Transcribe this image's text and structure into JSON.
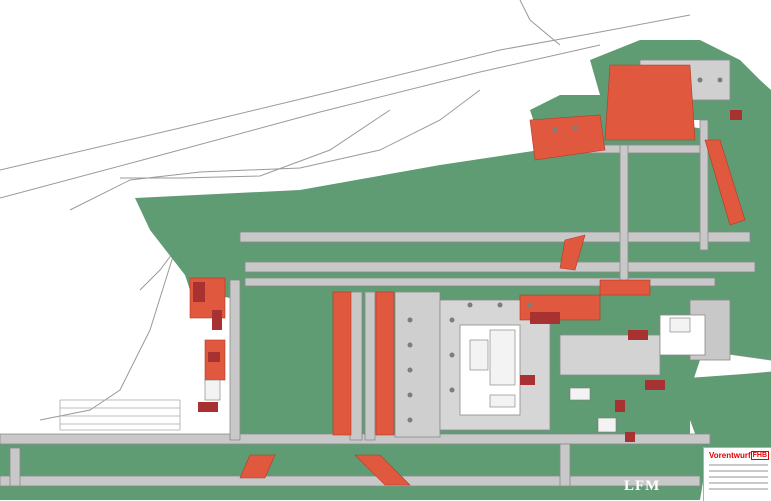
{
  "title_block": {
    "heading": "Vorentwurf",
    "logo": "FHB"
  },
  "watermark": "LFM",
  "colors": {
    "grass": "#5f9c73",
    "pavement": "#c8c8c8",
    "pavement_edge": "#8a8a8a",
    "development": "#e0583e",
    "building": "#a83232",
    "background": "#ffffff"
  },
  "layers": [
    "grass-areas",
    "runways-taxiways",
    "apron",
    "expansion-areas",
    "terminal-buildings",
    "hangars"
  ]
}
